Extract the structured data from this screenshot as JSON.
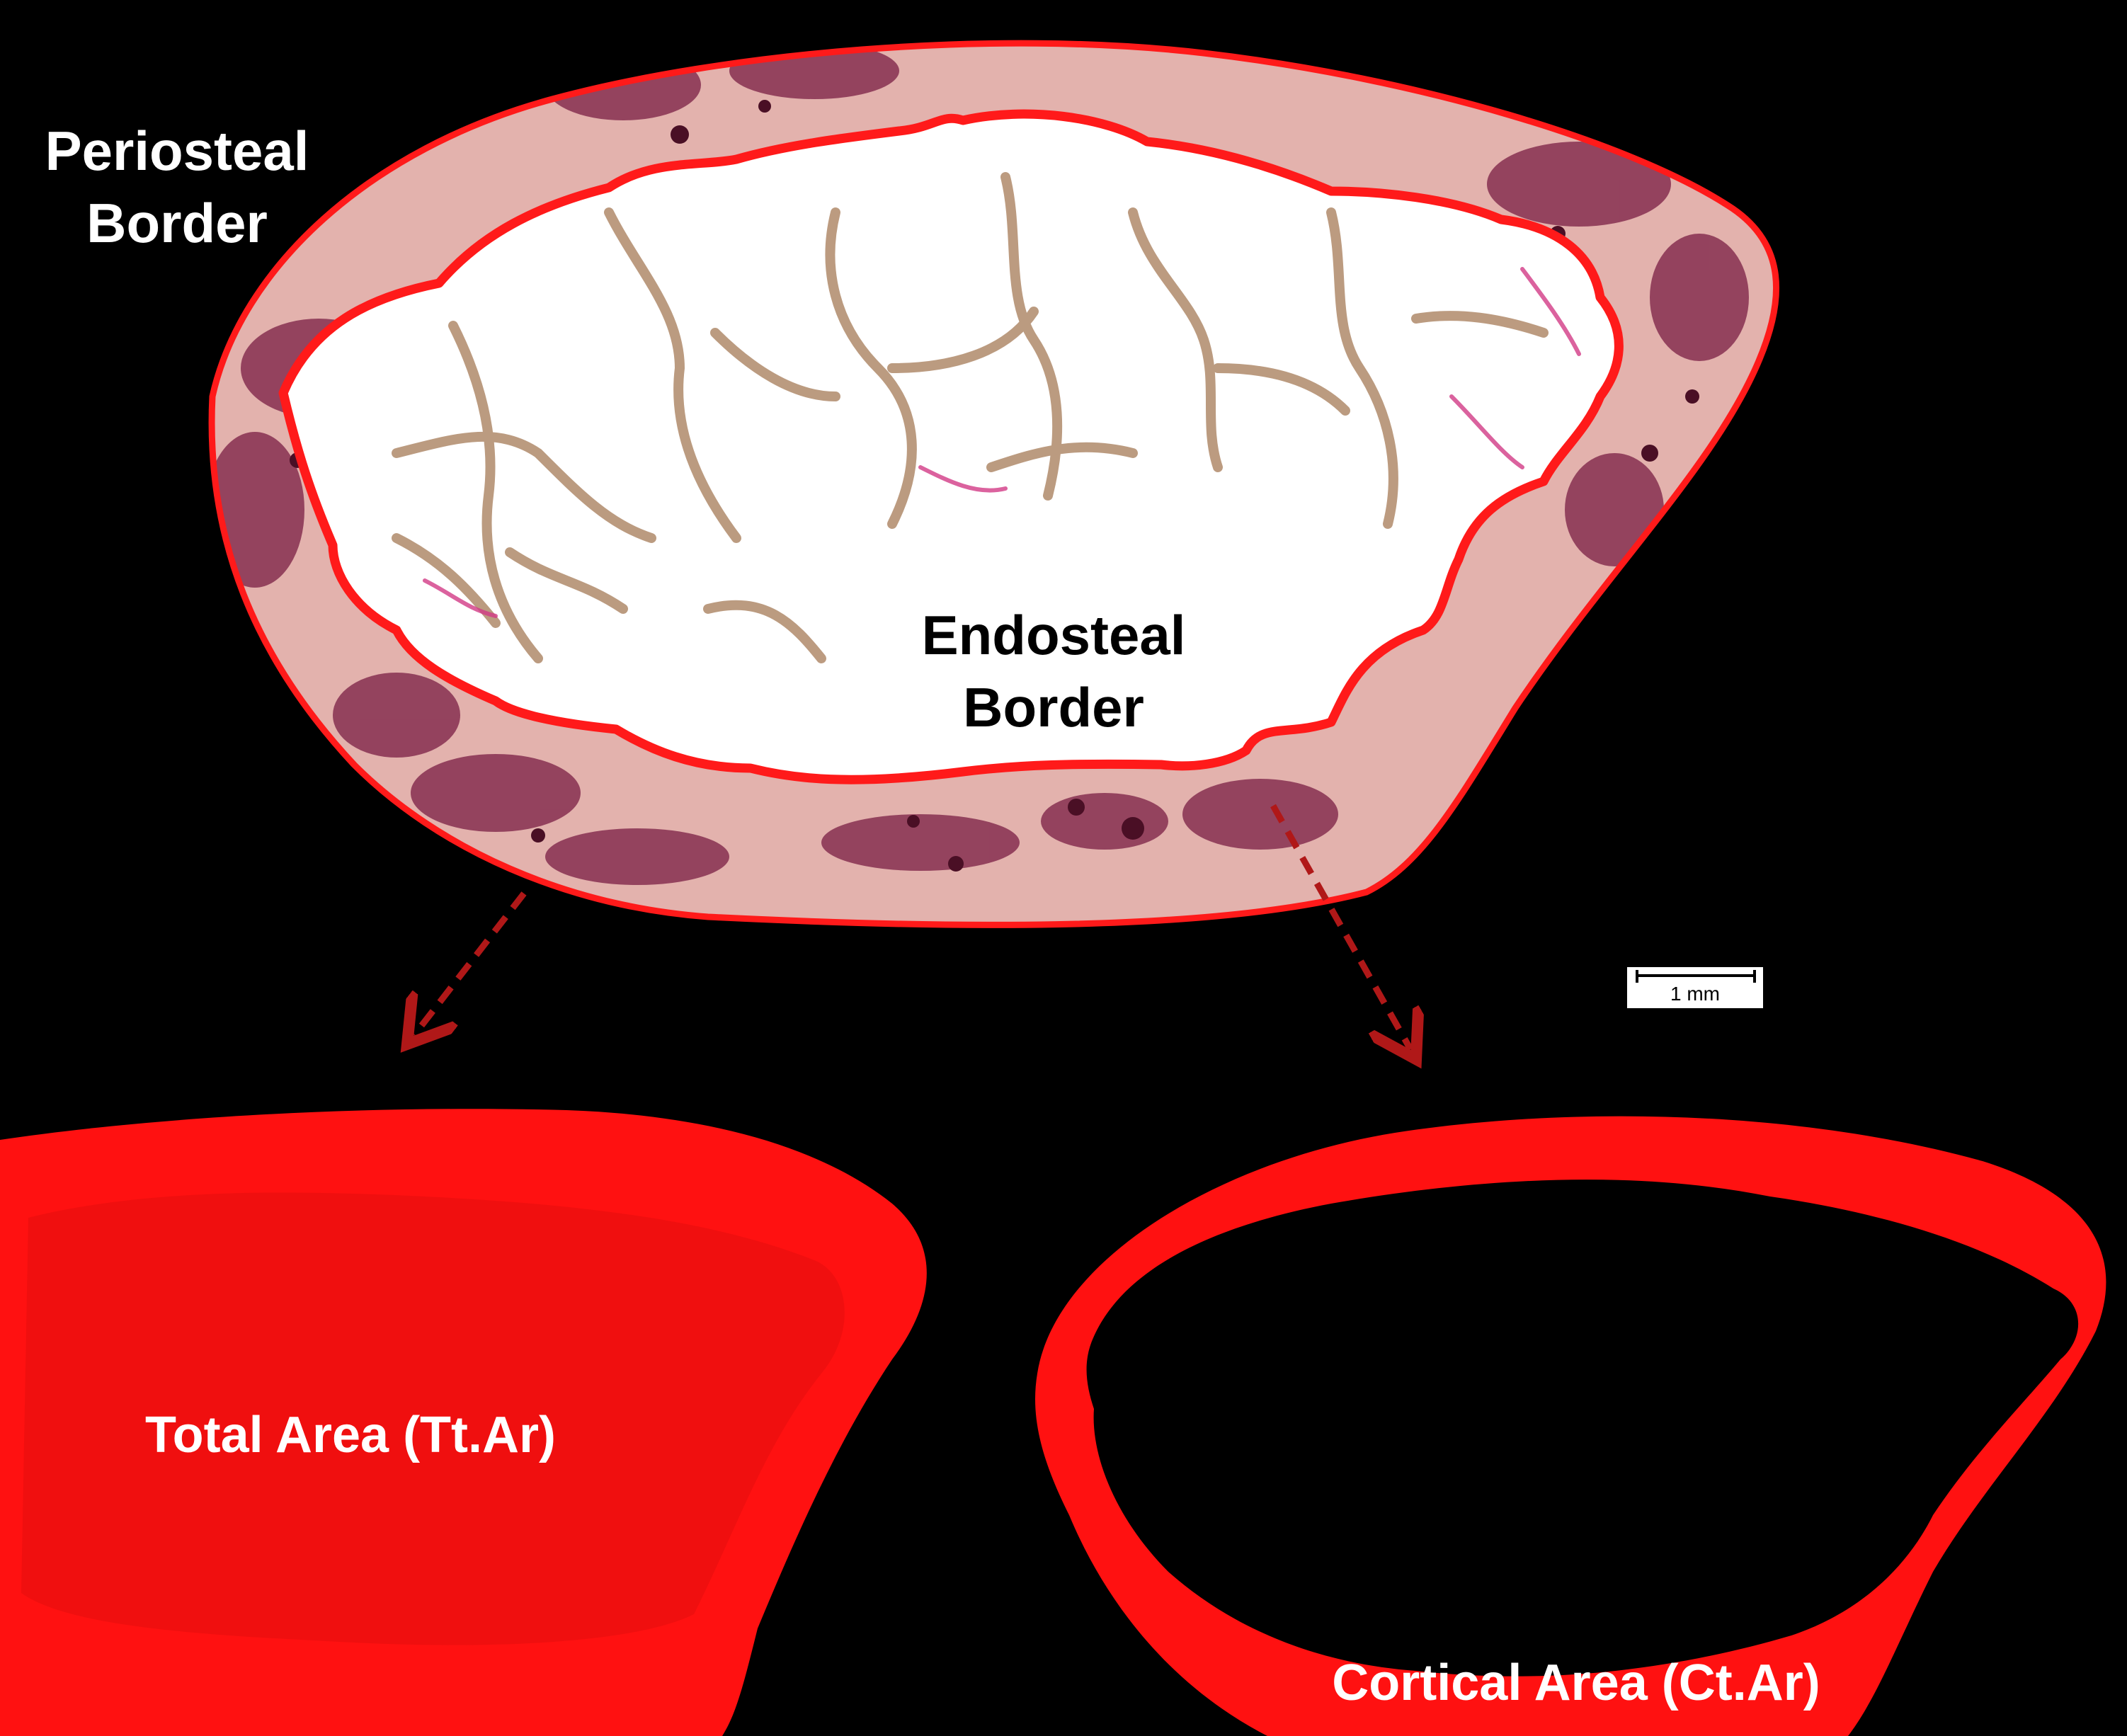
{
  "labels": {
    "periosteal_line1": "Periosteal",
    "periosteal_line2": "Border",
    "endosteal_line1": "Endosteal",
    "endosteal_line2": "Border",
    "total_area": "Total Area (Tt.Ar)",
    "cortical_area": "Cortical Area (Ct.Ar)",
    "scale_bar": "1 mm"
  },
  "colors": {
    "background": "#000000",
    "outline_red": "#ff1a1a",
    "mask_red": "#ff1111",
    "mask_red_shade": "#ee1010",
    "bone_tissue": "#e3b2ad",
    "stain_dark": "#7a1d44",
    "marrow_white": "#ffffff",
    "arrow_dark_red": "#b01818"
  }
}
